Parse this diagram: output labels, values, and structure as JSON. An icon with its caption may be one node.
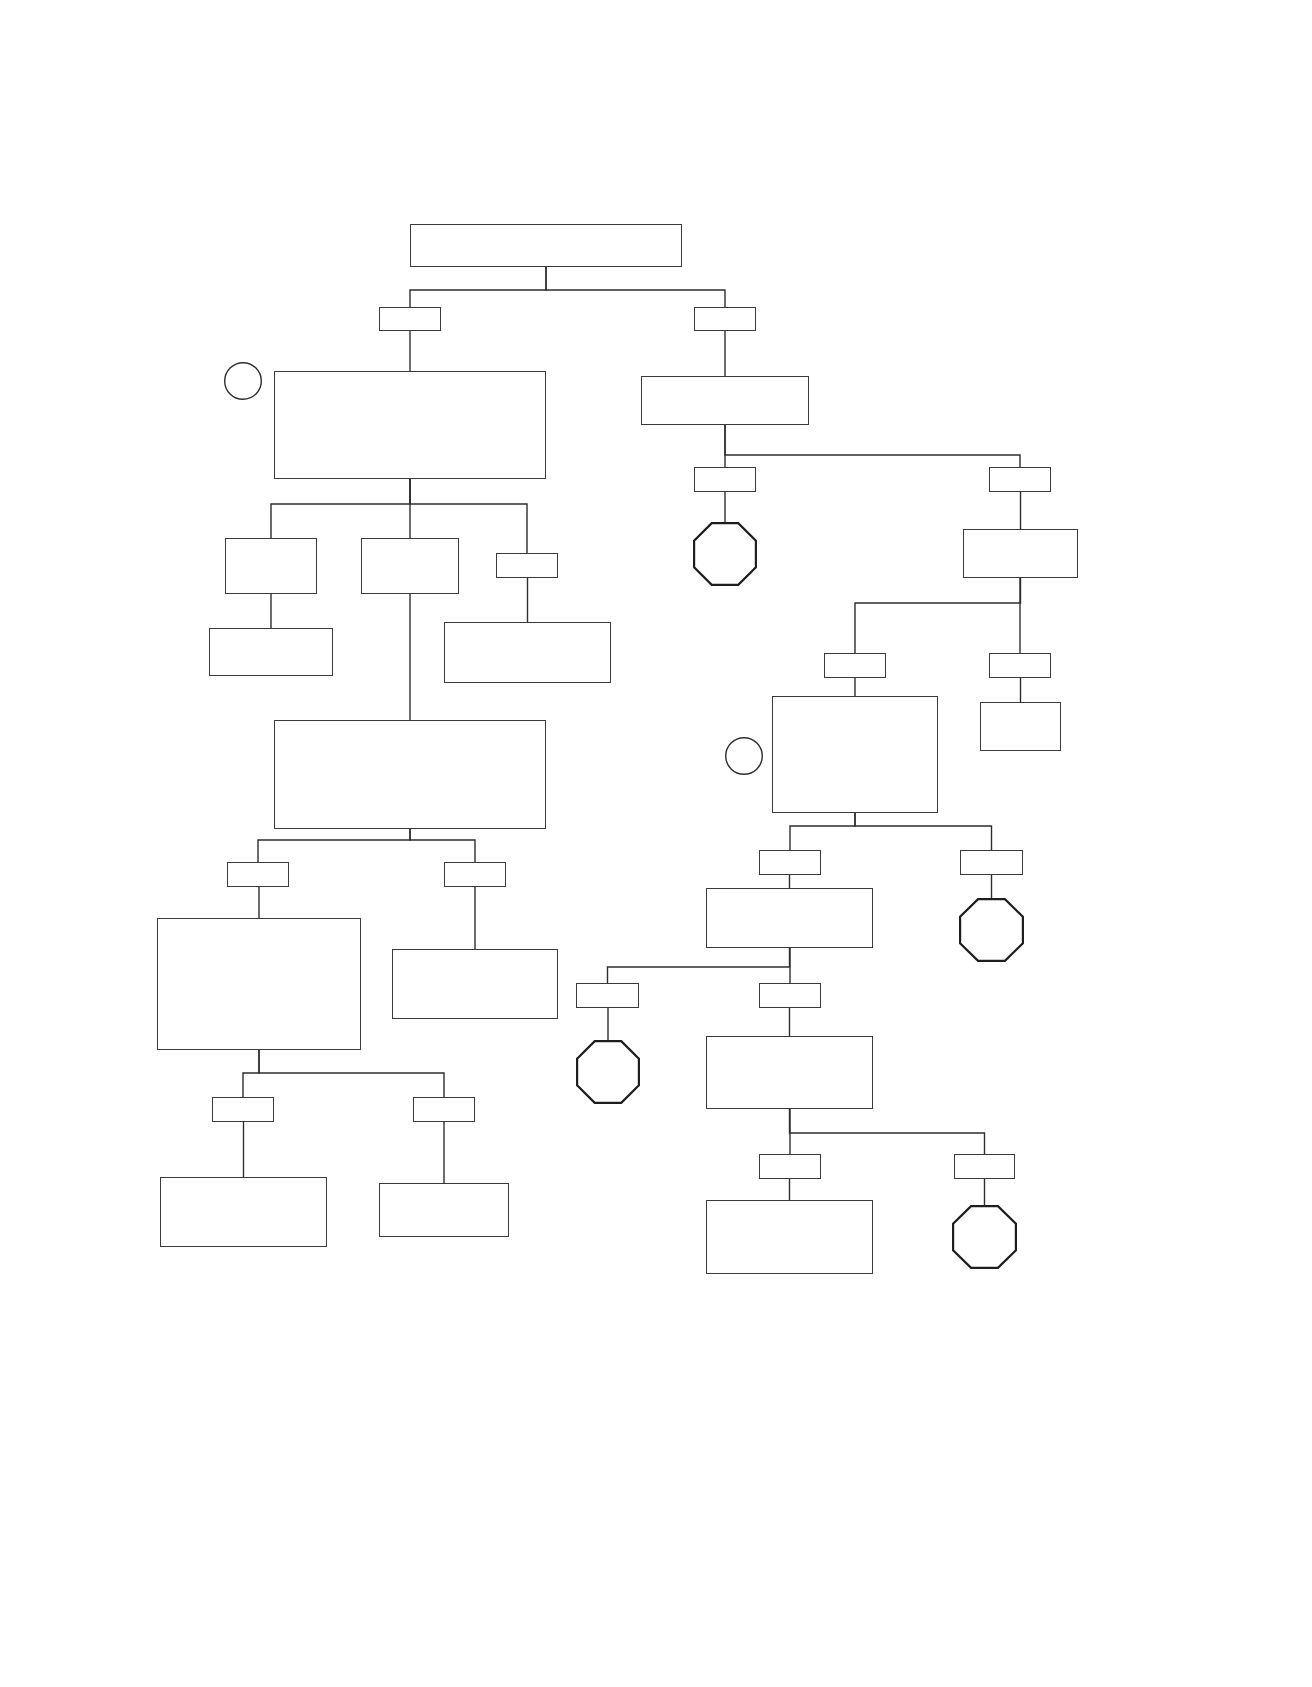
{
  "diagram": {
    "nodes": [
      {
        "text": [],
        "shape": "box"
      },
      {
        "text": [],
        "shape": "box"
      },
      {
        "text": [],
        "shape": "box"
      },
      {
        "text": [],
        "shape": "circle"
      },
      {
        "text": [],
        "shape": "box"
      },
      {
        "text": [],
        "shape": "box"
      },
      {
        "text": [],
        "shape": "box"
      },
      {
        "text": [],
        "shape": "box"
      },
      {
        "text": [],
        "shape": "box"
      },
      {
        "text": [],
        "shape": "box"
      },
      {
        "text": [],
        "shape": "box"
      },
      {
        "text": [],
        "shape": "octagon"
      },
      {
        "text": [],
        "shape": "box"
      },
      {
        "text": [],
        "shape": "box"
      },
      {
        "text": [],
        "shape": "box"
      },
      {
        "text": [],
        "shape": "box"
      },
      {
        "text": [],
        "shape": "box"
      },
      {
        "text": [],
        "shape": "box"
      },
      {
        "text": [],
        "shape": "circle"
      },
      {
        "text": [],
        "shape": "box"
      },
      {
        "text": [],
        "shape": "box"
      },
      {
        "text": [],
        "shape": "box"
      },
      {
        "text": [],
        "shape": "box"
      },
      {
        "text": [],
        "shape": "box"
      },
      {
        "text": [],
        "shape": "box"
      },
      {
        "text": [],
        "shape": "box"
      },
      {
        "text": [],
        "shape": "octagon"
      },
      {
        "text": [],
        "shape": "box"
      },
      {
        "text": [],
        "shape": "box"
      },
      {
        "text": [],
        "shape": "box"
      },
      {
        "text": [],
        "shape": "box"
      },
      {
        "text": [],
        "shape": "box"
      },
      {
        "text": [],
        "shape": "octagon"
      },
      {
        "text": [],
        "shape": "box"
      },
      {
        "text": [],
        "shape": "box"
      },
      {
        "text": [],
        "shape": "box"
      },
      {
        "text": [],
        "shape": "box"
      },
      {
        "text": [],
        "shape": "box"
      },
      {
        "text": [],
        "shape": "box"
      },
      {
        "text": [],
        "shape": "box"
      },
      {
        "text": [],
        "shape": "octagon"
      }
    ],
    "edges": [
      {
        "from": 0,
        "to": 1,
        "arrow": "none"
      },
      {
        "from": 0,
        "to": 2,
        "arrow": "none"
      },
      {
        "from": 1,
        "to": 4,
        "arrow": "none"
      },
      {
        "from": 2,
        "to": 5,
        "arrow": "none"
      },
      {
        "from": 4,
        "to": 8,
        "arrow": "none"
      },
      {
        "from": 4,
        "to": 9,
        "arrow": "none"
      },
      {
        "from": 4,
        "to": 10,
        "arrow": "none"
      },
      {
        "from": 8,
        "to": 13,
        "arrow": "none"
      },
      {
        "from": 9,
        "to": 17,
        "arrow": "none"
      },
      {
        "from": 10,
        "to": 14,
        "arrow": "none"
      },
      {
        "from": 5,
        "to": 6,
        "arrow": "none"
      },
      {
        "from": 5,
        "to": 7,
        "arrow": "none"
      },
      {
        "from": 6,
        "to": 11,
        "arrow": "none"
      },
      {
        "from": 7,
        "to": 12,
        "arrow": "none"
      },
      {
        "from": 12,
        "to": 15,
        "arrow": "none"
      },
      {
        "from": 12,
        "to": 16,
        "arrow": "none"
      },
      {
        "from": 15,
        "to": 19,
        "arrow": "none"
      },
      {
        "from": 16,
        "to": 20,
        "arrow": "none"
      },
      {
        "from": 17,
        "to": 23,
        "arrow": "none"
      },
      {
        "from": 17,
        "to": 24,
        "arrow": "none"
      },
      {
        "from": 23,
        "to": 27,
        "arrow": "none"
      },
      {
        "from": 24,
        "to": 28,
        "arrow": "none"
      },
      {
        "from": 19,
        "to": 21,
        "arrow": "none"
      },
      {
        "from": 19,
        "to": 22,
        "arrow": "none"
      },
      {
        "from": 21,
        "to": 25,
        "arrow": "none"
      },
      {
        "from": 22,
        "to": 26,
        "arrow": "none"
      },
      {
        "from": 25,
        "to": 29,
        "arrow": "none"
      },
      {
        "from": 25,
        "to": 30,
        "arrow": "none"
      },
      {
        "from": 29,
        "to": 32,
        "arrow": "none"
      },
      {
        "from": 30,
        "to": 31,
        "arrow": "none"
      },
      {
        "from": 27,
        "to": 33,
        "arrow": "none"
      },
      {
        "from": 27,
        "to": 34,
        "arrow": "none"
      },
      {
        "from": 33,
        "to": 37,
        "arrow": "none"
      },
      {
        "from": 34,
        "to": 38,
        "arrow": "none"
      },
      {
        "from": 31,
        "to": 35,
        "arrow": "none"
      },
      {
        "from": 31,
        "to": 36,
        "arrow": "none"
      },
      {
        "from": 35,
        "to": 39,
        "arrow": "none"
      },
      {
        "from": 36,
        "to": 40,
        "arrow": "none"
      }
    ]
  }
}
